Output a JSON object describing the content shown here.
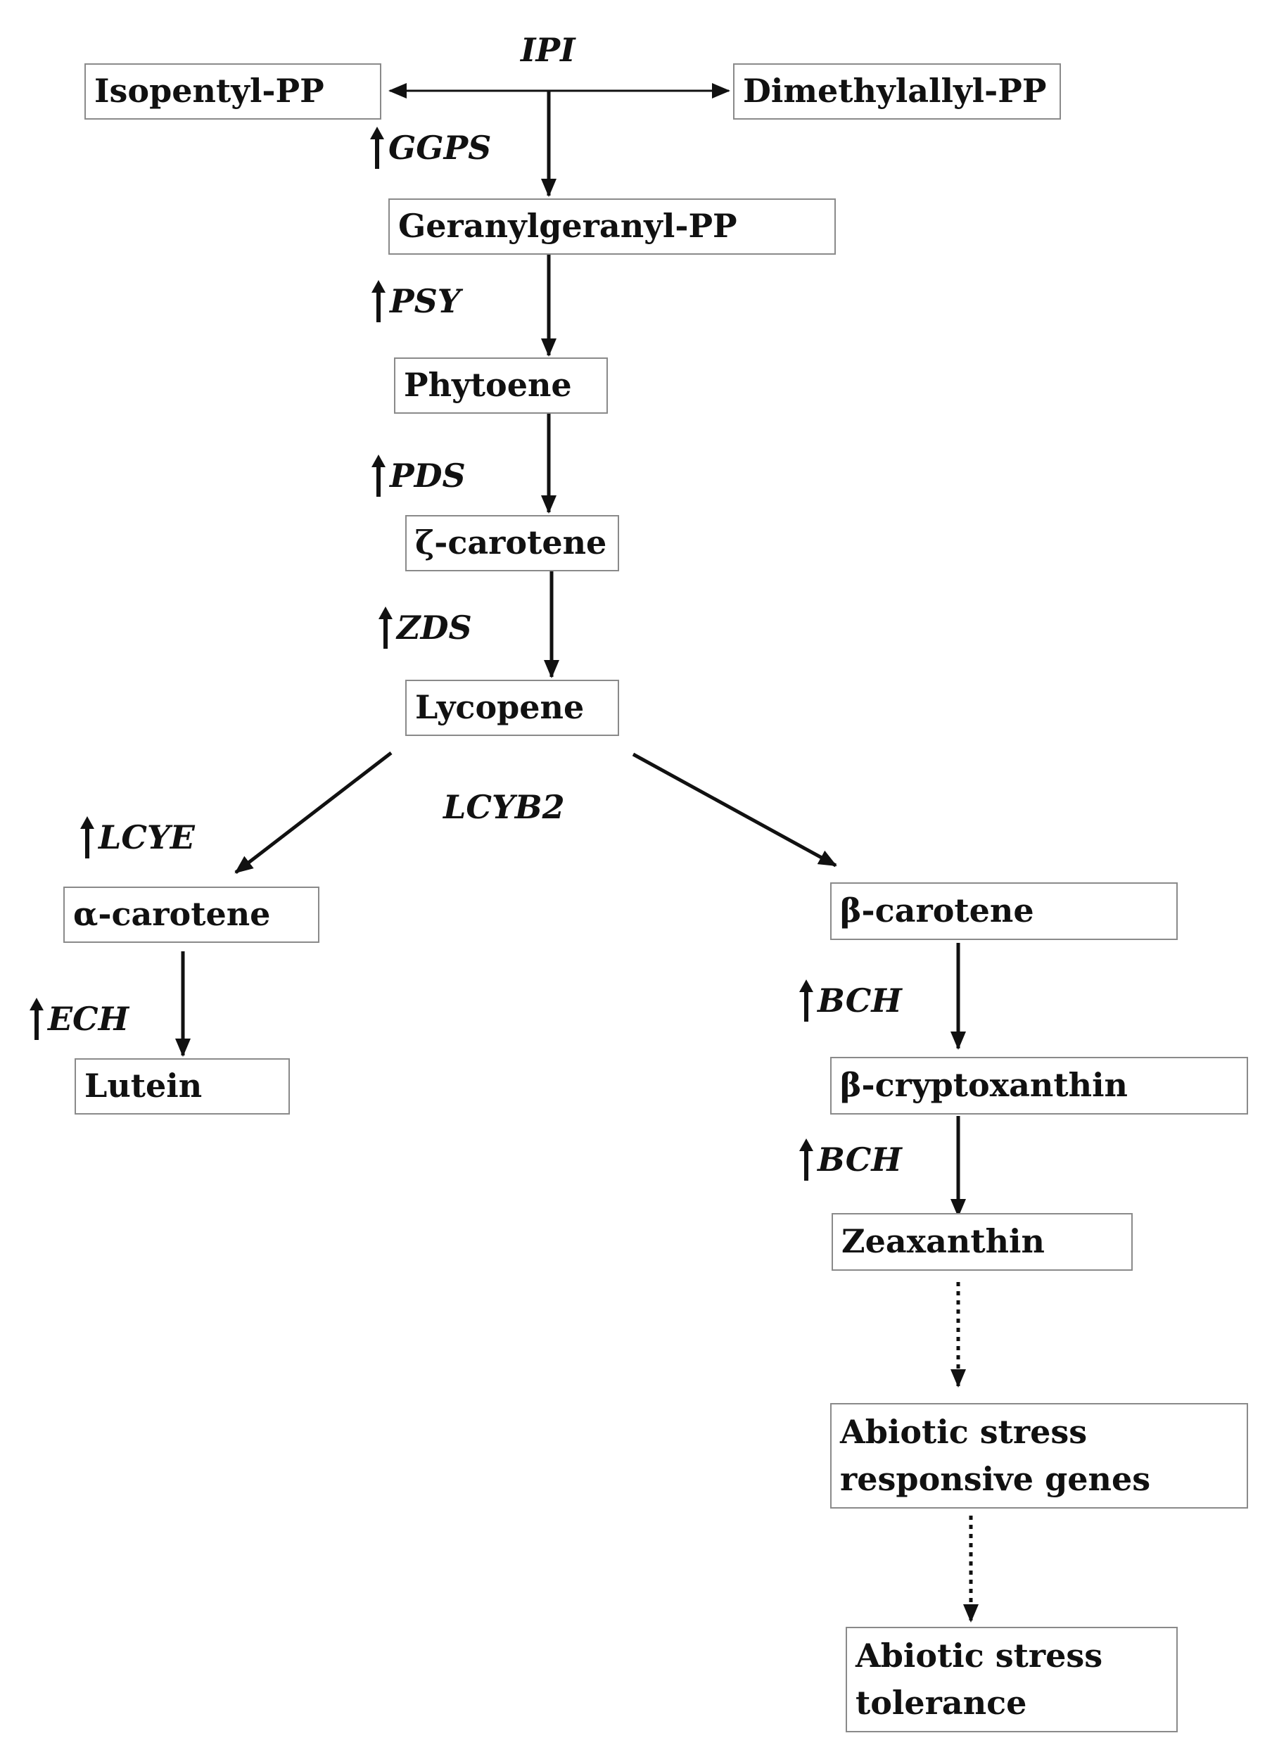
{
  "nodes": {
    "isopentyl_pp": "Isopentyl-PP",
    "dimethylallyl_pp": "Dimethylallyl-PP",
    "geranylgeranyl_pp": "Geranylgeranyl-PP",
    "phytoene": "Phytoene",
    "zeta_carotene": "ζ-carotene",
    "lycopene": "Lycopene",
    "alpha_carotene": "α-carotene",
    "lutein": "Lutein",
    "beta_carotene": "β-carotene",
    "beta_cryptoxanthin": "β-cryptoxanthin",
    "zeaxanthin": "Zeaxanthin",
    "abiotic_genes_line1": "Abiotic stress",
    "abiotic_genes_line2": "responsive genes",
    "abiotic_tolerance_line1": "Abiotic stress",
    "abiotic_tolerance_line2": "tolerance"
  },
  "enzymes": {
    "ipi": "IPI",
    "ggps": "GGPS",
    "psy": "PSY",
    "pds": "PDS",
    "zds": "ZDS",
    "lcyb2": "LCYB2",
    "lcye": "LCYE",
    "ech": "ECH",
    "bch_1": "BCH",
    "bch_2": "BCH"
  },
  "upregulated": [
    "GGPS",
    "PSY",
    "PDS",
    "ZDS",
    "LCYE",
    "ECH",
    "BCH",
    "BCH"
  ],
  "colors": {
    "line": "#111111",
    "box_border": "#8a8a8a",
    "text": "#111111"
  }
}
